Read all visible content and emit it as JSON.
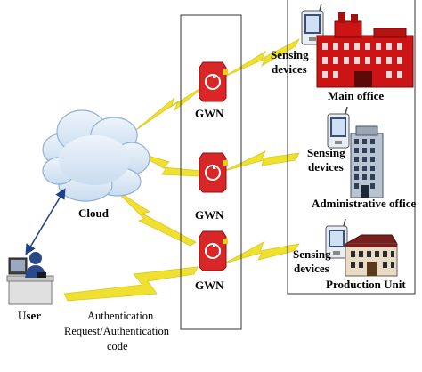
{
  "cloud_label": "Cloud",
  "gateways": [
    {
      "label": "GWN"
    },
    {
      "label": "GWN"
    },
    {
      "label": "GWN"
    }
  ],
  "sites": [
    {
      "sensing_line1": "Sensing",
      "sensing_line2": "devices",
      "building_label": "Main office"
    },
    {
      "sensing_line1": "Sensing",
      "sensing_line2": "devices",
      "building_label": "Administrative office"
    },
    {
      "sensing_line1": "Sensing",
      "sensing_line2": "devices",
      "building_label": "Production Unit"
    }
  ],
  "user_label": "User",
  "auth_text": {
    "line1": "Authentication",
    "line2": "Request/Authentication",
    "line3": "code"
  },
  "colors": {
    "lightning": "#f0e030",
    "lightning_stroke": "#d8c820",
    "gateway_red": "#d92626",
    "building_red": "#cc1414",
    "cloud_fill": "#dde9f5",
    "cloud_stroke": "#8fb0d6",
    "arrow_blue": "#1f3f8f"
  }
}
